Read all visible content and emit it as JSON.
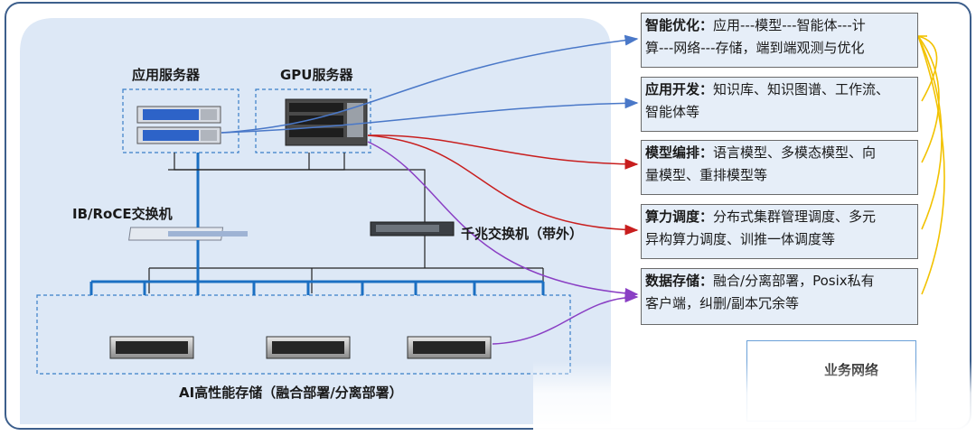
{
  "labels": {
    "app_server": "应用服务器",
    "gpu_server": "GPU服务器",
    "ib_switch": "IB/RoCE交换机",
    "gigabit_switch": "千兆交换机（带外）",
    "ai_storage": "AI高性能存储（融合部署/分离部署）"
  },
  "info_boxes": [
    {
      "head": "智能优化：",
      "text1": "应用---模型---智能体---计",
      "text2": "算---网络---存储，端到端观测与优化"
    },
    {
      "head": "应用开发：",
      "text1": "知识库、知识图谱、工作流、",
      "text2": "智能体等"
    },
    {
      "head": "模型编排：",
      "text1": "语言模型、多模态模型、向",
      "text2": "量模型、重排模型等"
    },
    {
      "head": "算力调度：",
      "text1": "分布式集群管理调度、多元",
      "text2": "异构算力调度、训推一体调度等"
    },
    {
      "head": "数据存储：",
      "text1": "融合/分离部署，Posix私有",
      "text2": "客户端，纠删/副本冗余等"
    }
  ],
  "business_network": "业务网络",
  "colors": {
    "panel_bg": "#dde8f6",
    "outer_border": "#3d5f8c",
    "ib_link": "#1b6fc2",
    "oob_link": "#222222",
    "arrow_blue": "#4a78c8",
    "arrow_red": "#c81e1e",
    "arrow_purple": "#8a3fc4",
    "bracket_yellow": "#f2c200"
  }
}
